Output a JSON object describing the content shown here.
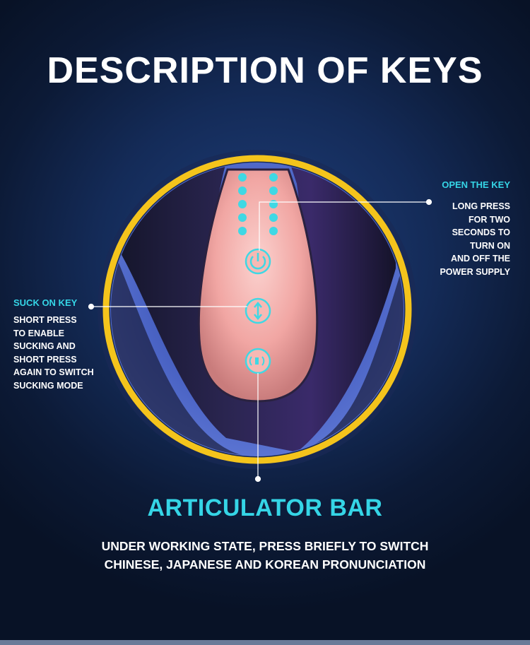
{
  "title": "DESCRIPTION OF KEYS",
  "open_key": {
    "heading": "OPEN THE KEY",
    "lines": [
      "LONG PRESS",
      "FOR TWO",
      "SECONDS TO",
      "TURN ON",
      "AND OFF THE",
      "POWER SUPPLY"
    ]
  },
  "suck_key": {
    "heading": "SUCK ON KEY",
    "lines": [
      "SHORT PRESS",
      "TO ENABLE",
      "SUCKING AND",
      "SHORT PRESS",
      "AGAIN TO SWITCH",
      "SUCKING MODE"
    ]
  },
  "articulator": {
    "heading": "ARTICULATOR BAR",
    "lines": [
      "UNDER WORKING STATE, PRESS BRIEFLY TO SWITCH",
      "CHINESE, JAPANESE AND KOREAN PRONUNCIATION"
    ]
  },
  "icons": [
    "power-icon",
    "suction-arrows-icon",
    "sound-icon"
  ],
  "colors": {
    "accent": "#35d5e6",
    "ring": "#f4c41c",
    "panel": "#f1a9a6"
  }
}
